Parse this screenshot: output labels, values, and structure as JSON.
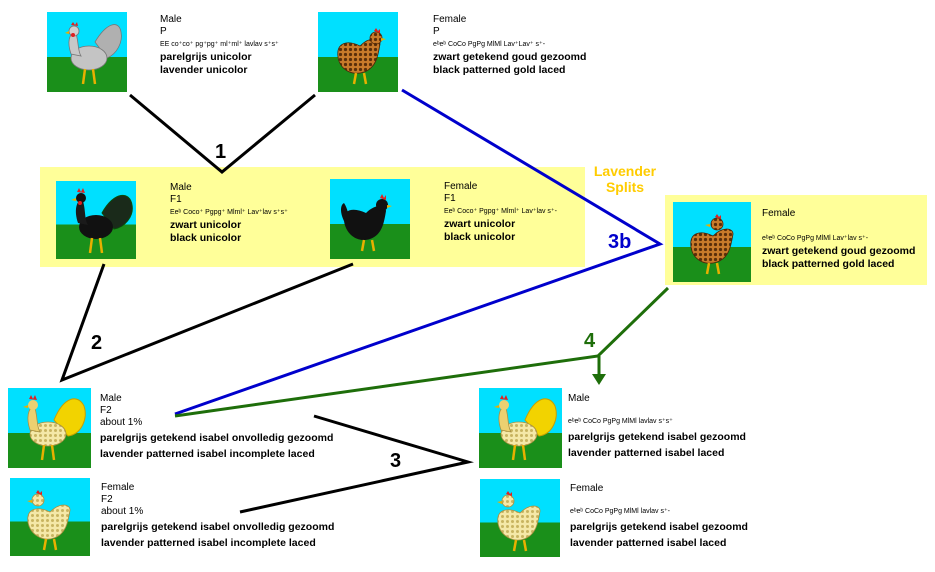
{
  "colors": {
    "sky": "#00e0ff",
    "grass": "#1a8f1a",
    "panel": "#ffff99",
    "line_black": "#000000",
    "line_blue": "#0000cc",
    "line_green": "#1e6e0a",
    "lavender_text": "#ffcc00"
  },
  "parents": {
    "male": {
      "sex": "Male",
      "gen": "P",
      "genotype": "EE co⁺co⁺ pg⁺pg⁺ ml⁺ml⁺ lavlav s⁺s⁺",
      "nl": "parelgrijs unicolor",
      "en": "lavender unicolor",
      "icon": "rooster-icon"
    },
    "female": {
      "sex": "Female",
      "gen": "P",
      "genotype": "eᵇeᵇ CoCo PgPg MlMl Lav⁺Lav⁺ s⁺-",
      "nl": "zwart getekend goud gezoomd",
      "en": "black patterned gold laced",
      "icon": "hen-icon"
    }
  },
  "f1": {
    "male": {
      "sex": "Male",
      "gen": "F1",
      "genotype": "Eeᵇ Coco⁺ Pgpg⁺ Mlml⁺ Lav⁺lav s⁺s⁺",
      "nl": "zwart unicolor",
      "en": "black unicolor",
      "icon": "rooster-icon"
    },
    "female": {
      "sex": "Female",
      "gen": "F1",
      "genotype": "Eeᵇ Coco⁺ Pgpg⁺ Mlml⁺ Lav⁺lav s⁺-",
      "nl": "zwart unicolor",
      "en": "black unicolor",
      "icon": "hen-icon"
    }
  },
  "split_female": {
    "sex": "Female",
    "genotype": "eᵇeᵇ CoCo PgPg MlMl Lav⁺lav s⁺-",
    "nl": "zwart getekend goud gezoomd",
    "en": "black patterned gold laced",
    "icon": "hen-icon"
  },
  "lavender_splits": [
    "Lavender",
    "Splits"
  ],
  "f2": {
    "male": {
      "sex": "Male",
      "gen": "F2",
      "freq": "about 1%",
      "nl": "parelgrijs getekend isabel onvolledig gezoomd",
      "en": "lavender patterned isabel incomplete laced",
      "icon": "rooster-icon"
    },
    "female": {
      "sex": "Female",
      "gen": "F2",
      "freq": "about 1%",
      "nl": "parelgrijs getekend isabel onvolledig gezoomd",
      "en": "lavender patterned isabel incomplete laced",
      "icon": "hen-icon"
    }
  },
  "result": {
    "male": {
      "sex": "Male",
      "genotype": "eᵇeᵇ CoCo PgPg MlMl lavlav s⁺s⁺",
      "nl": "parelgrijs getekend isabel gezoomd",
      "en": "lavender patterned isabel laced",
      "icon": "rooster-icon"
    },
    "female": {
      "sex": "Female",
      "genotype": "eᵇeᵇ CoCo PgPg MlMl lavlav s⁺-",
      "nl": "parelgrijs getekend isabel gezoomd",
      "en": "lavender patterned isabel laced",
      "icon": "hen-icon"
    }
  },
  "cross_labels": {
    "one": "1",
    "two": "2",
    "three": "3",
    "threeb": "3b",
    "four": "4"
  }
}
